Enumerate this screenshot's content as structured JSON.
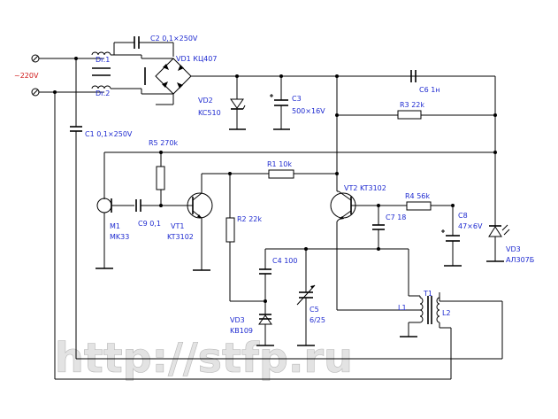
{
  "labels": {
    "supply": "~220V",
    "dr1": "Dr.1",
    "dr2": "Dr.2",
    "c2": "C2 0,1×250V",
    "vd1": "VD1 КЦ407",
    "c1": "C1 0,1×250V",
    "vd2a": "VD2",
    "vd2b": "KC510",
    "c3a": "C3",
    "c3b": "500×16V",
    "c6": "C6 1н",
    "r3": "R3 22k",
    "r5": "R5 270k",
    "r1": "R1 10k",
    "vt2": "VT2 KT3102",
    "m1a": "M1",
    "m1b": "MK33",
    "c9": "C9 0,1",
    "vt1a": "VT1",
    "vt1b": "KT3102",
    "r2": "R2 22k",
    "c7": "C7 18",
    "r4": "R4 56k",
    "c8a": "C8",
    "c8b": "47×6V",
    "vd3ra": "VD3",
    "vd3rb": "АЛ307Б",
    "c4": "C4 100",
    "t1": "T1",
    "l1": "L1",
    "l2": "L2",
    "c5a": "C5",
    "c5b": "6/25",
    "vd3la": "VD3",
    "vd3lb": "KB109"
  },
  "watermark": "http://stfp.ru",
  "colors": {
    "wire": "#000000",
    "label": "#1e2ad0",
    "supply_label": "#d01818"
  }
}
